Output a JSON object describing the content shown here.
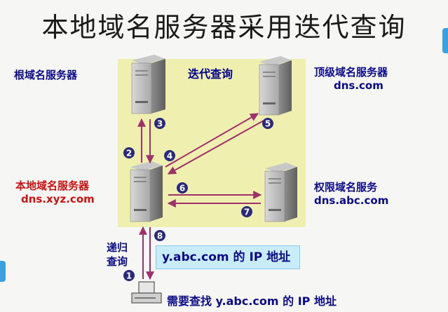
{
  "title": "本地域名服务器采用迭代查询",
  "panel_label": "迭代查询",
  "servers": {
    "root": {
      "label": "根域名服务器"
    },
    "tld": {
      "label": "顶级域名服务器",
      "host": "dns.com"
    },
    "local": {
      "label": "本地域名服务器",
      "host": "dns.xyz.com"
    },
    "auth": {
      "label": "权限域名服务",
      "host": "dns.abc.com"
    }
  },
  "recursive_label_1": "递归",
  "recursive_label_2": "查询",
  "result_box": "y.abc.com 的 IP 地址",
  "client_label": "需要查找 y.abc.com 的 IP 地址",
  "steps": [
    "1",
    "2",
    "3",
    "4",
    "5",
    "6",
    "7",
    "8"
  ],
  "colors": {
    "arrow": "#a0306a",
    "panel": "#efefb0",
    "badge": "#2b2a7a",
    "accent_red": "#cc1111",
    "accent_blue": "#0b0b8a"
  }
}
